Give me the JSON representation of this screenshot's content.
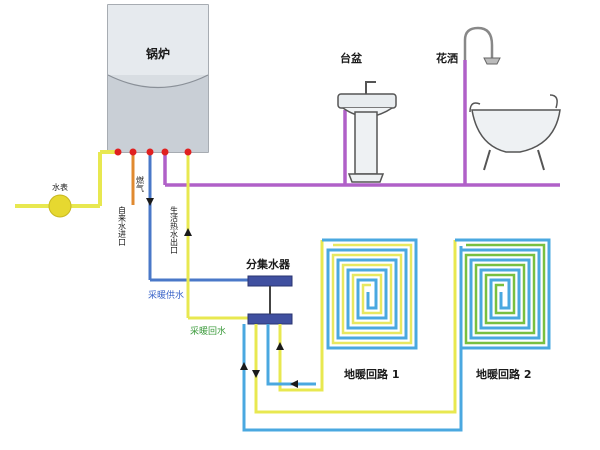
{
  "labels": {
    "boiler": "锅炉",
    "basin": "台盆",
    "shower": "花洒",
    "water_meter": "水表",
    "manifold": "分集水器",
    "cold_inlet": "自来水进口",
    "gas": "燃气",
    "hot_outlet": "生活热水出口",
    "heating_supply": "采暖供水",
    "heating_return": "采暖回水",
    "loop1": "地暖回路 1",
    "loop2": "地暖回路 2"
  },
  "colors": {
    "cold_pipe": "#b060c8",
    "hot_pipe": "#4a78c8",
    "heating_pipe": "#e8e850",
    "gas_pipe": "#e08a30",
    "loop_blue": "#4aa8e0",
    "loop_yellow": "#e8e860",
    "loop_green": "#78c040"
  }
}
